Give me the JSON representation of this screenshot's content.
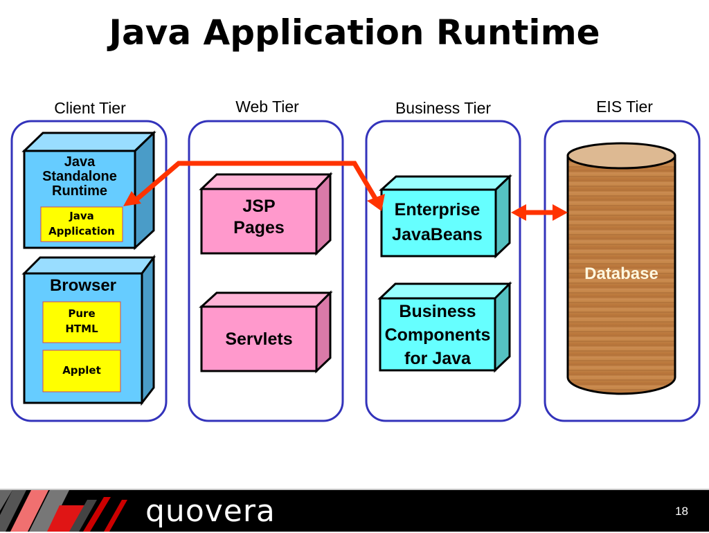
{
  "title": "Java Application Runtime",
  "tiers": [
    {
      "label": "Client Tier"
    },
    {
      "label": "Web Tier"
    },
    {
      "label": "Business Tier"
    },
    {
      "label": "EIS Tier"
    }
  ],
  "client": {
    "standalone": {
      "line1": "Java",
      "line2": "Standalone",
      "line3": "Runtime"
    },
    "java_app": {
      "line1": "Java",
      "line2": "Application"
    },
    "browser": {
      "label": "Browser"
    },
    "pure_html": {
      "line1": "Pure",
      "line2": "HTML"
    },
    "applet": {
      "label": "Applet"
    }
  },
  "web": {
    "jsp": {
      "line1": "JSP",
      "line2": "Pages"
    },
    "servlets": {
      "label": "Servlets"
    }
  },
  "business": {
    "ejb": {
      "line1": "Enterprise",
      "line2": "JavaBeans"
    },
    "bc4j": {
      "line1": "Business",
      "line2": "Components",
      "line3": "for Java"
    }
  },
  "eis": {
    "database": "Database"
  },
  "colors": {
    "tier_border": "#3333bb",
    "client_box": "#66ccff",
    "web_box": "#ff99cc",
    "business_box": "#66ffff",
    "inner_box": "#ffff00",
    "arrow": "#ff3300",
    "database": "#c8884a"
  },
  "footer": {
    "brand": "quovera",
    "page_number": "18"
  }
}
